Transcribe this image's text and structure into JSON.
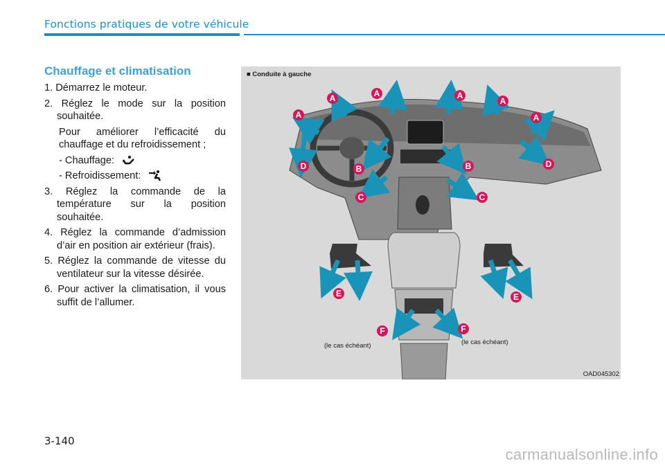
{
  "header": {
    "title": "Fonctions pratiques de votre véhicule"
  },
  "section": {
    "title": "Chauffage et climatisation"
  },
  "steps": {
    "s1": "1. Démarrez le moteur.",
    "s2": "2. Réglez le mode sur la position souhaitée.",
    "s2_note": "Pour améliorer l’efficacité du chauffage et du refroidissement ;",
    "heating": "- Chauffage:",
    "cooling": "- Refroidissement:",
    "s3": "3. Réglez la commande de la température sur la position souhaitée.",
    "s4": "4. Réglez la commande d’admission d’air en position air extérieur (frais).",
    "s5": "5. Réglez la commande de vitesse du ventilateur sur la vitesse désirée.",
    "s6": "6. Pour activer la climatisation, il vous suffit de l’allumer."
  },
  "figure": {
    "caption": "■ Conduite à gauche",
    "code": "OAD045302",
    "note_left": "(le cas échéant)",
    "note_right": "(le cas échéant)",
    "labels": {
      "a": "A",
      "b": "B",
      "c": "C",
      "d": "D",
      "e": "E",
      "f": "F"
    }
  },
  "colors": {
    "accent": "#1e8fc6",
    "label": "#d4175b",
    "arrow": "#1a93b8"
  },
  "icons": {
    "heating_mode": "floor-vent-icon",
    "cooling_mode": "face-vent-icon"
  },
  "page": {
    "number": "3-140"
  },
  "watermark": "carmanualsonline.info"
}
